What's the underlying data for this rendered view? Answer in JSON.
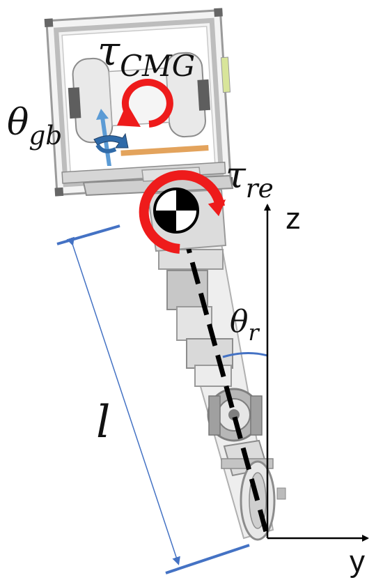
{
  "labels": {
    "tau_cmg": {
      "symbol": "τ",
      "sub": "CMG"
    },
    "theta_gb": {
      "symbol": "θ",
      "sub": "gb"
    },
    "tau_re": {
      "symbol": "τ",
      "sub": "re"
    },
    "theta_r": {
      "symbol": "θ",
      "sub": "r"
    },
    "length": "l",
    "axis_z": "z",
    "axis_y": "y"
  },
  "colors": {
    "torque_arrow": "#ee1b1b",
    "gimbal_arrow": "#3d7fc4",
    "dimension_line": "#4472c4",
    "axes": "#000000",
    "frame": "#c9c9c9",
    "frame_dark": "#8c8c8c",
    "com_marker": "#000000"
  },
  "icons": {
    "com": "center-of-mass-marker",
    "cmg_torque": "circular-arrow-icon",
    "reaction_torque": "circular-arrow-icon",
    "gimbal": "gimbal-rotation-icon"
  }
}
